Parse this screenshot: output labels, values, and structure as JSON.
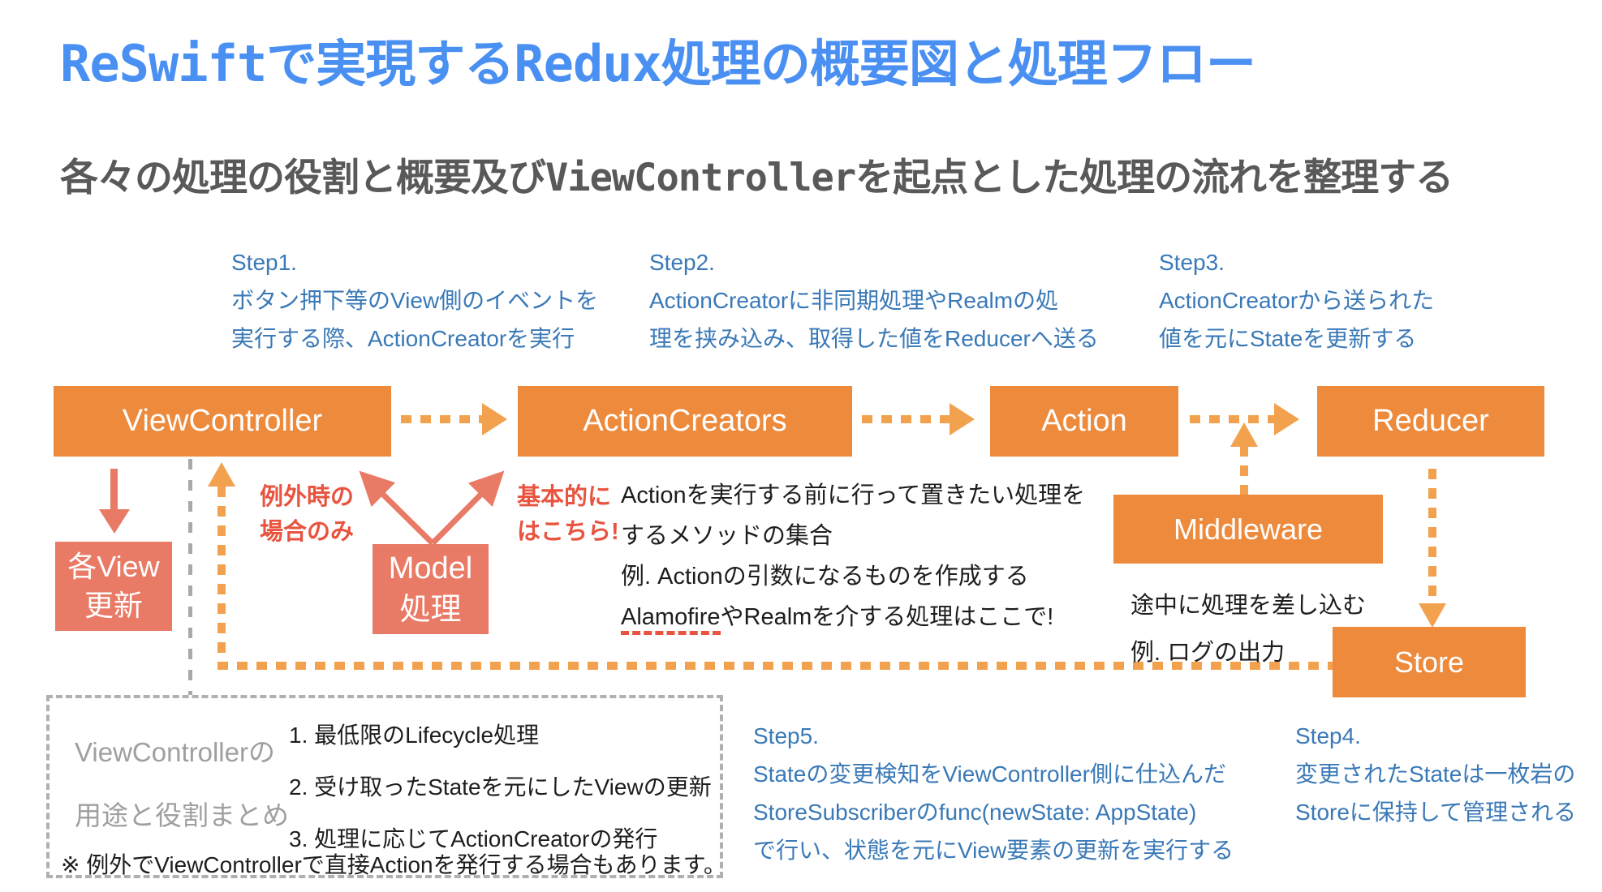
{
  "title": "ReSwiftで実現するRedux処理の概要図と処理フロー",
  "subtitle": "各々の処理の役割と概要及びViewControllerを起点とした処理の流れを整理する",
  "steps": {
    "step1": {
      "label": "Step1.",
      "lines": [
        "ボタン押下等のView側のイベントを",
        "実行する際、ActionCreatorを実行"
      ]
    },
    "step2": {
      "label": "Step2.",
      "lines": [
        "ActionCreatorに非同期処理やRealmの処",
        "理を挟み込み、取得した値をReducerへ送る"
      ]
    },
    "step3": {
      "label": "Step3.",
      "lines": [
        "ActionCreatorから送られた",
        "値を元にStateを更新する"
      ]
    },
    "step4": {
      "label": "Step4.",
      "lines": [
        "変更されたStateは一枚岩の",
        "Storeに保持して管理される"
      ]
    },
    "step5": {
      "label": "Step5.",
      "lines": [
        "Stateの変更検知をViewController側に仕込んだ",
        "StoreSubscriberのfunc(newState: AppState)",
        "で行い、状態を元にView要素の更新を実行する"
      ]
    }
  },
  "nodes": {
    "view_controller": "ViewController",
    "action_creators": "ActionCreators",
    "action": "Action",
    "reducer": "Reducer",
    "middleware": "Middleware",
    "store": "Store",
    "view_update": {
      "lines": [
        "各View",
        "更新"
      ]
    },
    "model": {
      "lines": [
        "Model",
        "処理"
      ]
    }
  },
  "annotations": {
    "exception": {
      "lines": [
        "例外時の",
        "場合のみ"
      ]
    },
    "basically": {
      "lines": [
        "基本的に",
        "はこちら!"
      ]
    },
    "action_desc": {
      "lines": [
        "Actionを実行する前に行って置きたい処理を",
        "するメソッドの集合",
        "例. Actionの引数になるものを作成する"
      ],
      "underlined": "Alamofire",
      "last_rest": "やRealmを介する処理はここで!"
    },
    "middleware_desc": {
      "lines": [
        "途中に処理を差し込む",
        "例. ログの出力"
      ]
    }
  },
  "summary_box": {
    "label_lines": [
      "ViewControllerの",
      "用途と役割まとめ"
    ],
    "items": [
      "1. 最低限のLifecycle処理",
      "2. 受け取ったStateを元にしたViewの更新",
      "3. 処理に応じてActionCreatorの発行"
    ],
    "note": "※ 例外でViewControllerで直接Actionを発行する場合もあります。"
  },
  "colors": {
    "title_blue": "#4a90f2",
    "step_blue": "#3a79b7",
    "node_orange": "#ed8a3c",
    "arrow_orange": "#f2a24e",
    "salmon": "#e97a66",
    "red_text": "#e8543f",
    "text_dark": "#1d1d1d",
    "text_gray": "#595959",
    "label_gray": "#9f9f9f",
    "dash_gray": "#a9a9a9"
  }
}
